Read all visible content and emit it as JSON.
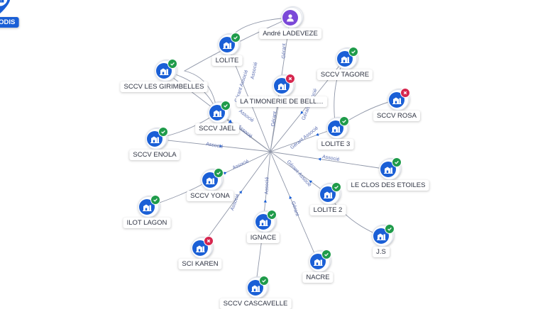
{
  "center": {
    "label": "SECODIS",
    "status": "ok"
  },
  "nodes": [
    {
      "id": "andre",
      "label": "André LADEVEZE",
      "type": "person",
      "status": "none"
    },
    {
      "id": "lolite",
      "label": "LOLITE",
      "type": "company",
      "status": "ok"
    },
    {
      "id": "girimbelles",
      "label": "SCCV LES GIRIMBELLES",
      "type": "company",
      "status": "ok"
    },
    {
      "id": "timonerie",
      "label": "LA TIMONERIE DE BELL…",
      "type": "company",
      "status": "ko"
    },
    {
      "id": "tagore",
      "label": "SCCV TAGORE",
      "type": "company",
      "status": "ok"
    },
    {
      "id": "rosa",
      "label": "SCCV ROSA",
      "type": "company",
      "status": "ko"
    },
    {
      "id": "jael",
      "label": "SCCV JAEL",
      "type": "company",
      "status": "ok"
    },
    {
      "id": "lolite3",
      "label": "LOLITE 3",
      "type": "company",
      "status": "ok"
    },
    {
      "id": "enola",
      "label": "SCCV ENOLA",
      "type": "company",
      "status": "ok"
    },
    {
      "id": "clos",
      "label": "LE CLOS DES ETOILES",
      "type": "company",
      "status": "ok"
    },
    {
      "id": "yona",
      "label": "SCCV YONA",
      "type": "company",
      "status": "ok"
    },
    {
      "id": "lolite2",
      "label": "LOLITE 2",
      "type": "company",
      "status": "ok"
    },
    {
      "id": "ilot",
      "label": "ILOT LAGON",
      "type": "company",
      "status": "ok"
    },
    {
      "id": "ignace",
      "label": "IGNACE",
      "type": "company",
      "status": "ok"
    },
    {
      "id": "js",
      "label": "J.S",
      "type": "company",
      "status": "ok"
    },
    {
      "id": "karen",
      "label": "SCI KAREN",
      "type": "company",
      "status": "ko"
    },
    {
      "id": "nacre",
      "label": "NACRE",
      "type": "company",
      "status": "ok"
    },
    {
      "id": "cascavelle",
      "label": "SCCV CASCAVELLE",
      "type": "company",
      "status": "ok"
    }
  ],
  "edge_labels": {
    "associe": "Associé",
    "gerant": "Gérant",
    "gerant_associe": "Gérant Associé"
  },
  "colors": {
    "accent": "#1a5fd6",
    "ok": "#1f9b4a",
    "ko": "#d6264e",
    "person": "#7b48d8",
    "edge": "#8f96a8"
  }
}
